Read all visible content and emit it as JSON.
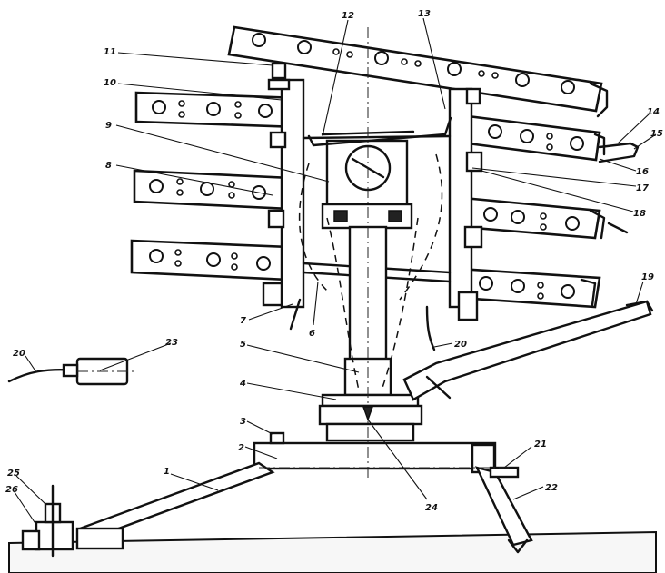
{
  "callouts": [
    {
      "id": "1",
      "text": "1"
    },
    {
      "id": "2",
      "text": "2"
    },
    {
      "id": "3",
      "text": "3"
    },
    {
      "id": "4",
      "text": "4"
    },
    {
      "id": "5",
      "text": "5"
    },
    {
      "id": "6",
      "text": "6"
    },
    {
      "id": "7",
      "text": "7"
    },
    {
      "id": "8",
      "text": "8"
    },
    {
      "id": "9",
      "text": "9"
    },
    {
      "id": "10",
      "text": "10"
    },
    {
      "id": "11",
      "text": "11"
    },
    {
      "id": "12",
      "text": "12"
    },
    {
      "id": "13",
      "text": "13"
    },
    {
      "id": "14",
      "text": "14"
    },
    {
      "id": "15",
      "text": "15"
    },
    {
      "id": "16",
      "text": "16"
    },
    {
      "id": "17",
      "text": "17"
    },
    {
      "id": "18",
      "text": "18"
    },
    {
      "id": "19",
      "text": "19"
    },
    {
      "id": "20a",
      "text": "20"
    },
    {
      "id": "20b",
      "text": "20"
    },
    {
      "id": "21",
      "text": "21"
    },
    {
      "id": "22",
      "text": "22"
    },
    {
      "id": "23",
      "text": "23"
    },
    {
      "id": "24",
      "text": "24"
    },
    {
      "id": "25",
      "text": "25"
    },
    {
      "id": "26",
      "text": "26"
    }
  ],
  "colors": {
    "line": "#111111",
    "background": "#ffffff"
  }
}
